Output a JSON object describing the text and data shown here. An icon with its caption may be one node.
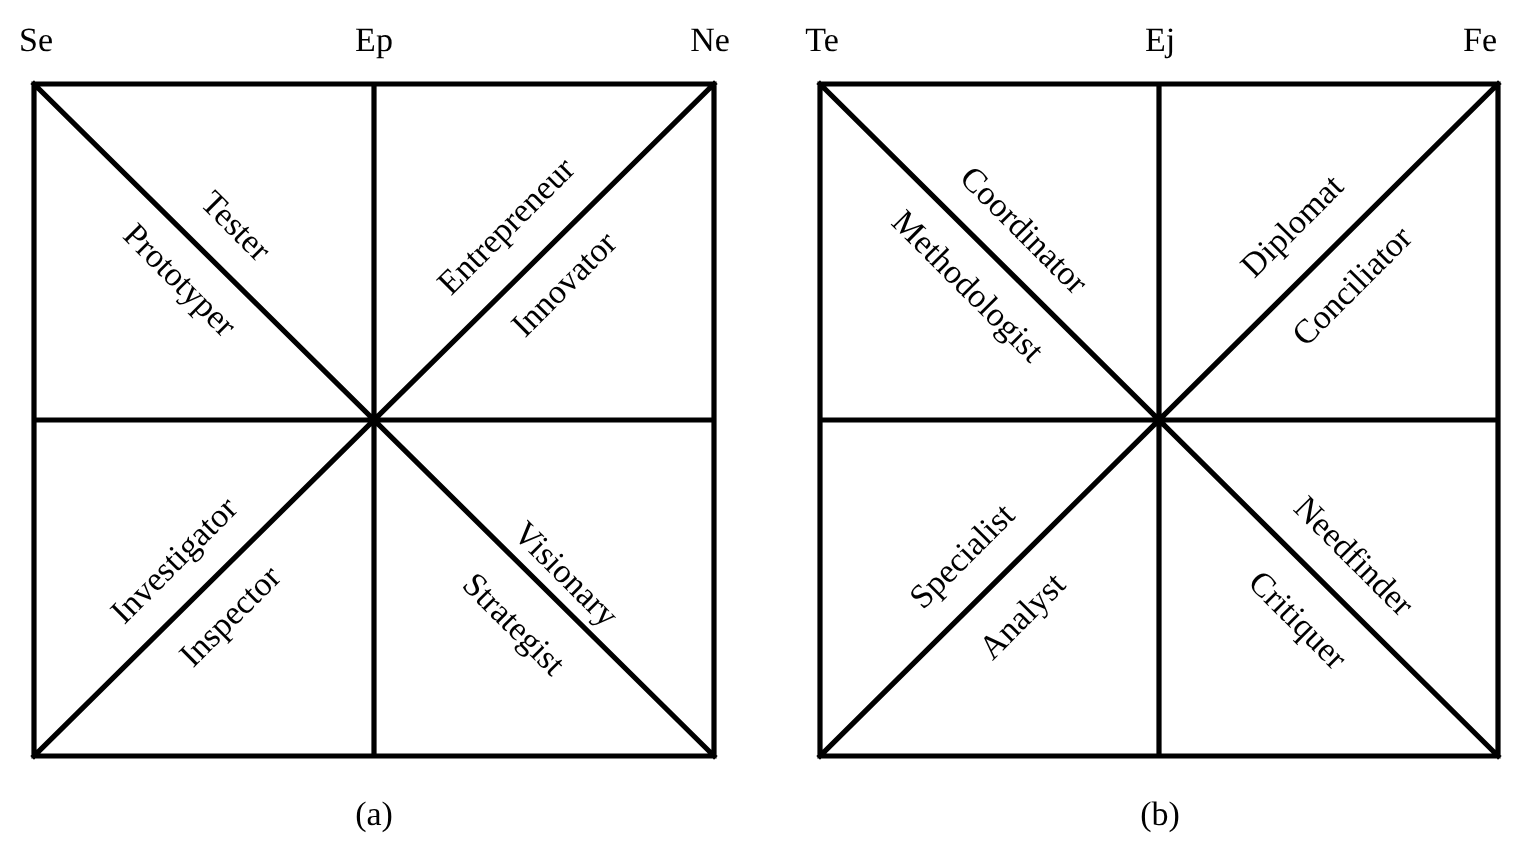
{
  "diagram": {
    "labels": [
      "Se",
      "Ep",
      "Ne",
      "Tester",
      "Prototyper",
      "Entrepreneur",
      "Innovator",
      "Investigator",
      "Inspector",
      "Visionary",
      "Strategist",
      "(a)",
      "Te",
      "Ej",
      "Fe",
      "Coordinator",
      "Methodologist",
      "Diplomat",
      "Conciliator",
      "Specialist",
      "Analyst",
      "Needfinder",
      "Critiquer",
      "(b)"
    ]
  }
}
